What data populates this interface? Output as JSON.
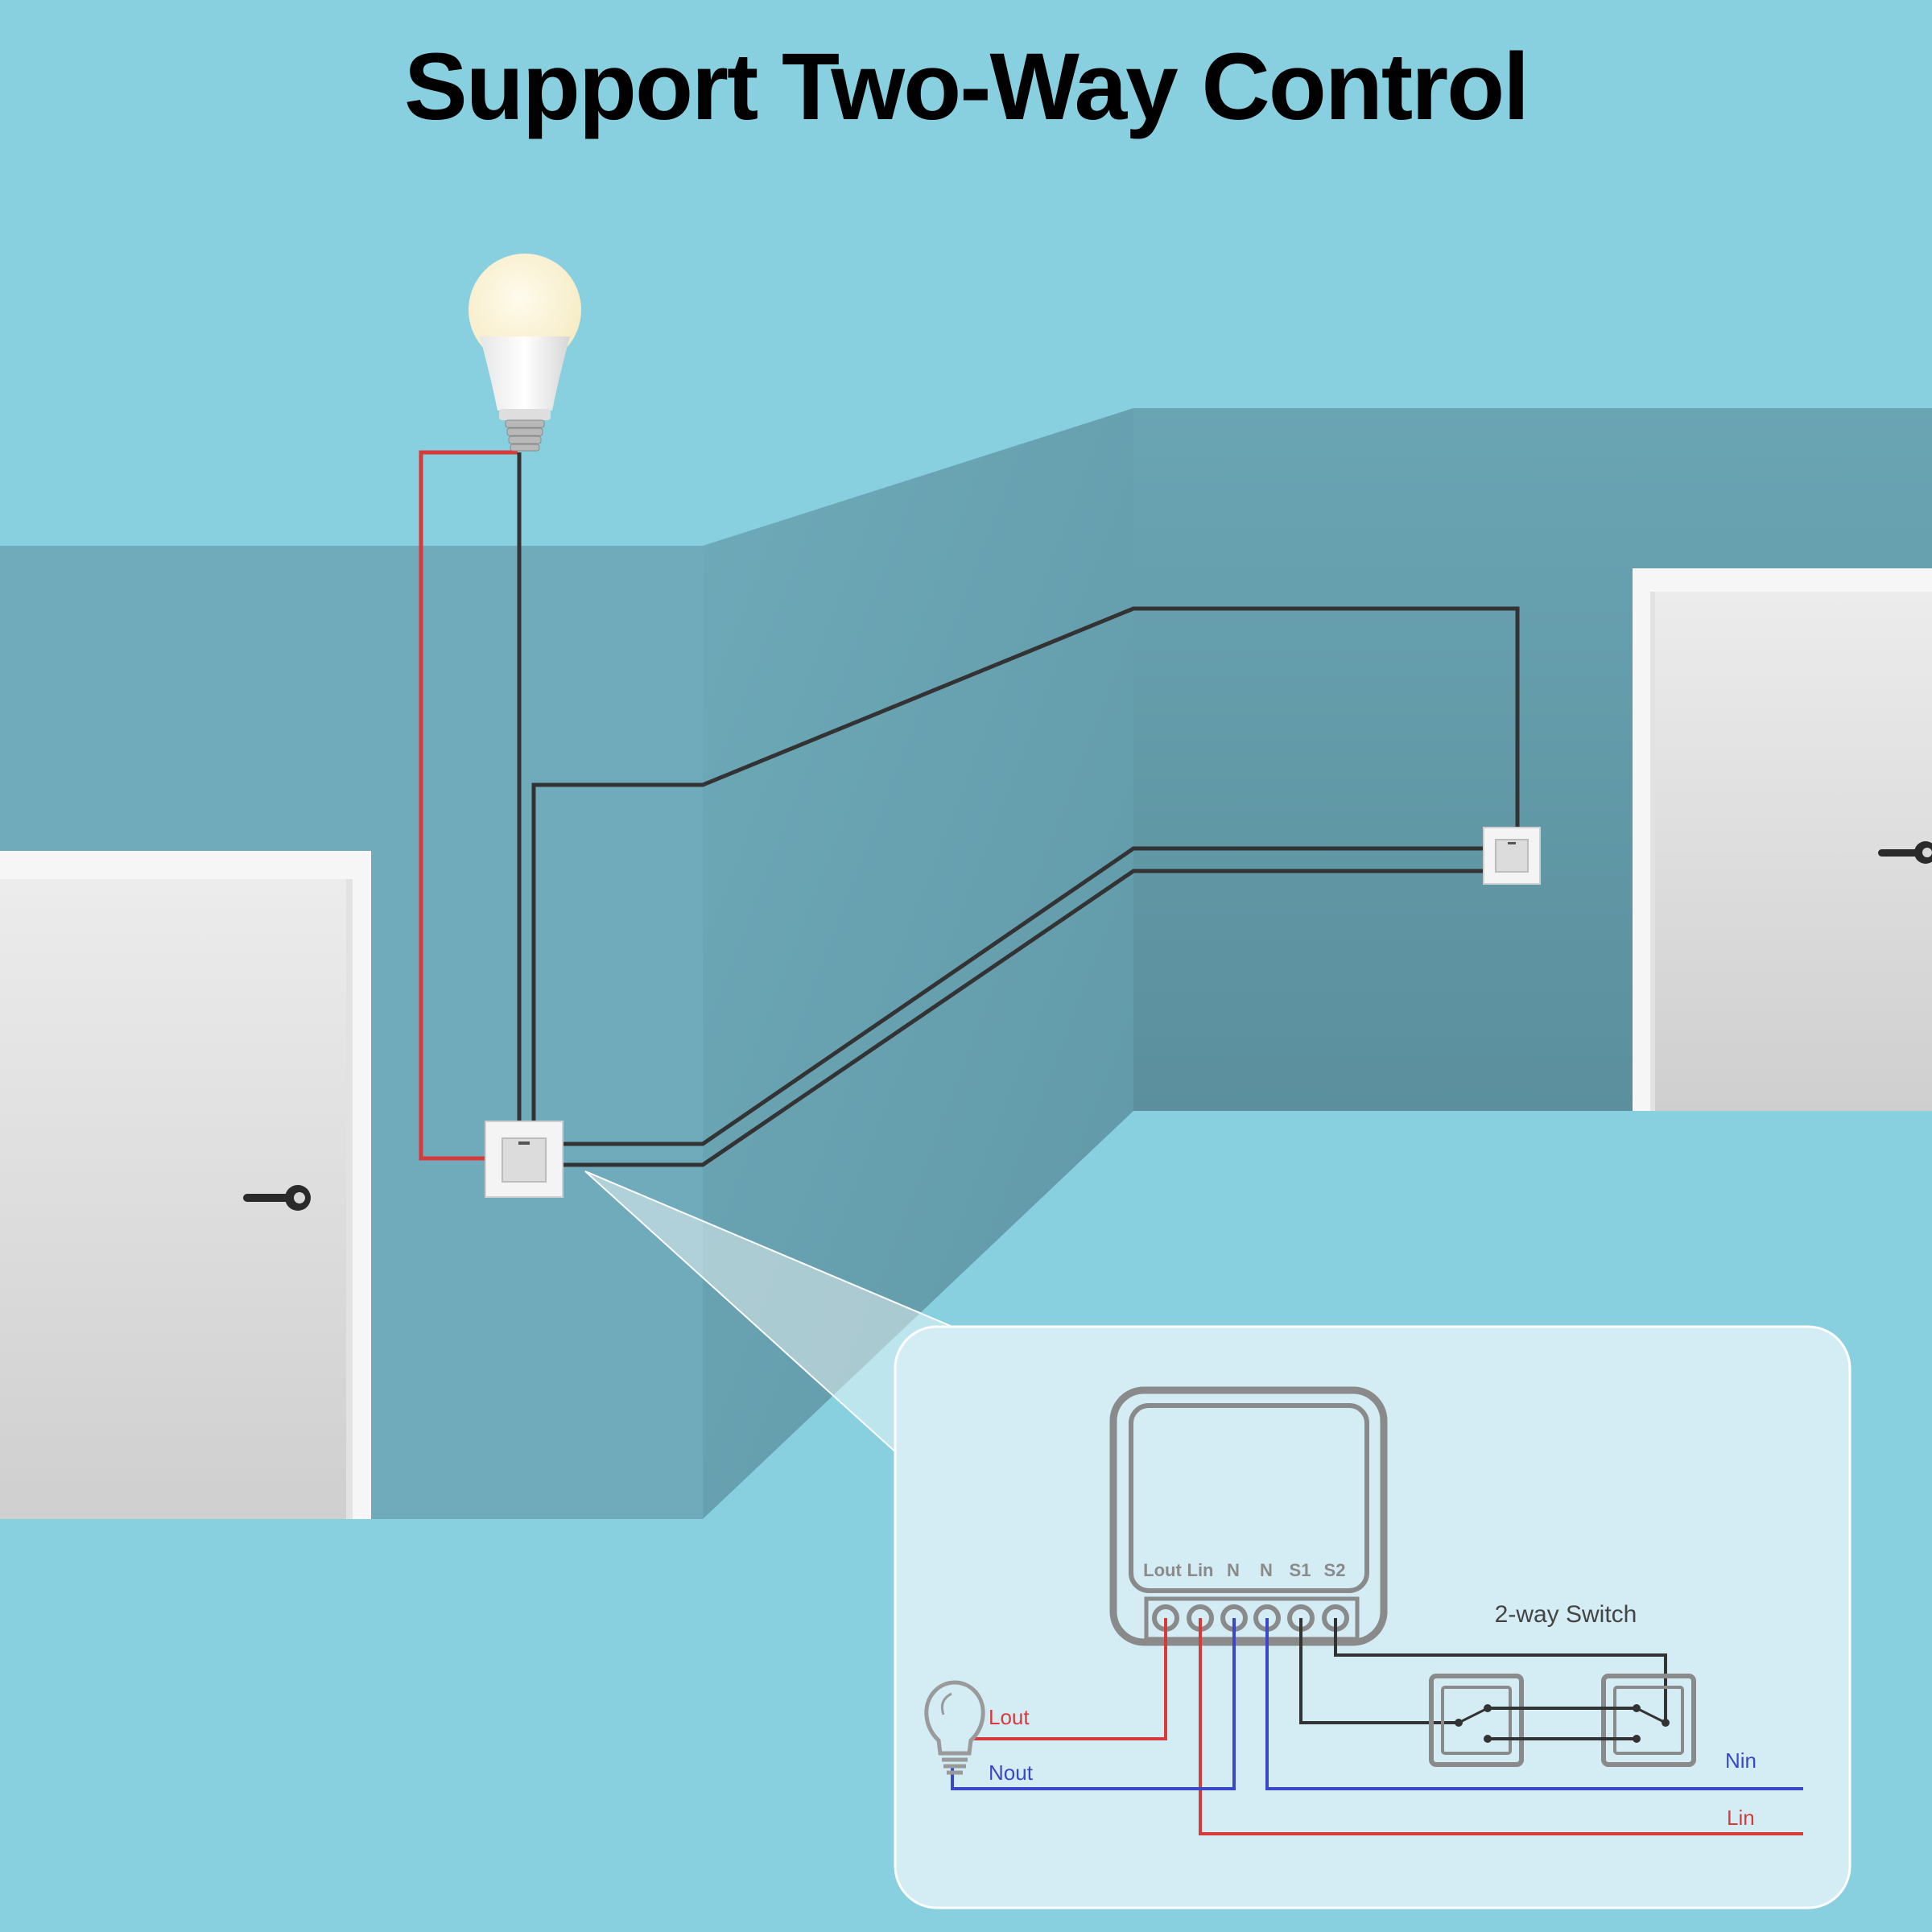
{
  "title": "Support Two-Way Control",
  "inset": {
    "terminals": [
      "Lout",
      "Lin",
      "N",
      "N",
      "S1",
      "S2"
    ],
    "switch_label": "2-way Switch",
    "wire_labels": {
      "lout": "Lout",
      "nout": "Nout",
      "nin": "Nin",
      "lin": "Lin"
    }
  },
  "colors": {
    "sky": "#88cfe0",
    "wall_left": "#6fabbb",
    "wall_mid": "#66a2b0",
    "wall_right": "#5e919f",
    "live": "#d83a3a",
    "neutral": "#3b47c9",
    "signal": "#333333",
    "inset_bg": "#d4ecf3"
  },
  "icons": [
    "light-bulb-icon",
    "door-handle-icon",
    "wall-switch-icon",
    "bulb-outline-icon"
  ]
}
